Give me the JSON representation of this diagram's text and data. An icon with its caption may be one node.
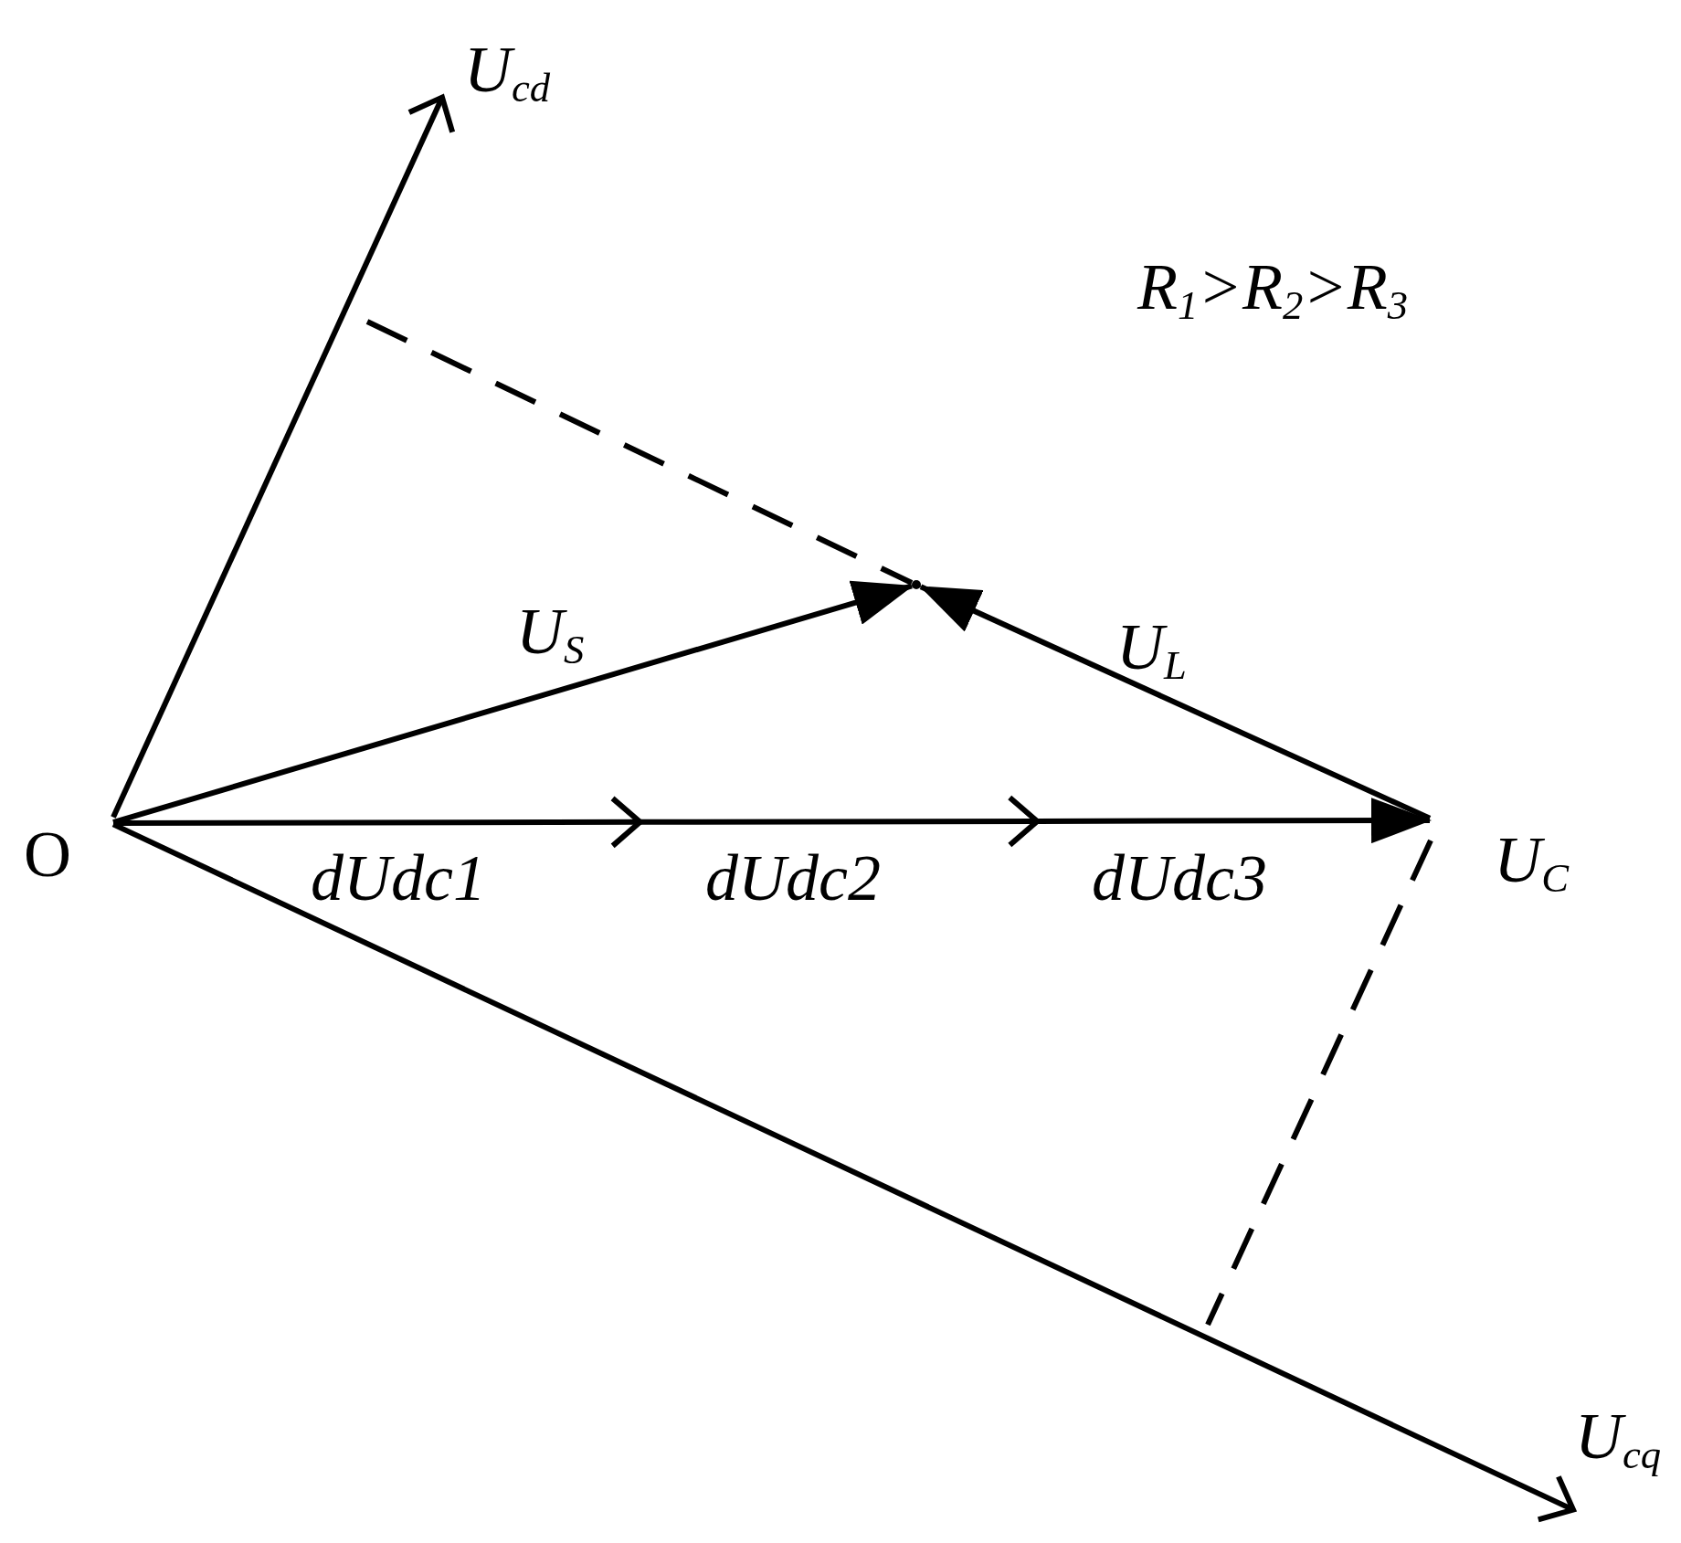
{
  "diagram": {
    "nodes": [
      {
        "text": [
          "O"
        ]
      },
      {
        "text": [
          "U$_{cd}$"
        ]
      },
      {
        "text": [
          "U$_{cq}$"
        ]
      },
      {
        "text": [
          "U$_{C}$"
        ]
      },
      {
        "text": [],
        "shape": "point"
      }
    ],
    "edges": [
      {
        "from": 0,
        "to": 1,
        "arrow": "to"
      },
      {
        "from": 0,
        "to": 2,
        "arrow": "to"
      },
      {
        "from": 0,
        "to": 4,
        "arrow": "to",
        "label": "U$_{S}$"
      },
      {
        "from": 3,
        "to": 4,
        "arrow": "to",
        "label": "U$_{L}$"
      },
      {
        "from": 0,
        "to": 3,
        "arrow": "to"
      }
    ],
    "labels": [
      "R$_{1}$>R$_{2}$>R$_{3}$",
      "dUdc1",
      "dUdc2",
      "dUdc3"
    ]
  }
}
